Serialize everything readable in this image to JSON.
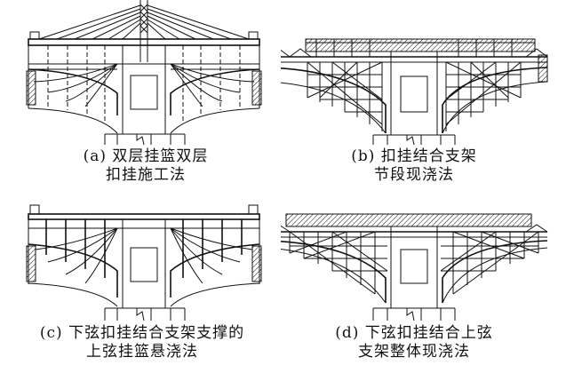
{
  "panels": [
    {
      "id": "a",
      "caption_line1": "(a) 双层挂篮双层",
      "caption_line2": "扣挂施工法"
    },
    {
      "id": "b",
      "caption_line1": "(b) 扣挂结合支架",
      "caption_line2": "节段现浇法"
    },
    {
      "id": "c",
      "caption_line1": "(c) 下弦扣挂结合支架支撑的",
      "caption_line2": "上弦挂篮悬浇法"
    },
    {
      "id": "d",
      "caption_line1": "(d) 下弦扣挂结合上弦",
      "caption_line2": "支架整体现浇法"
    }
  ]
}
